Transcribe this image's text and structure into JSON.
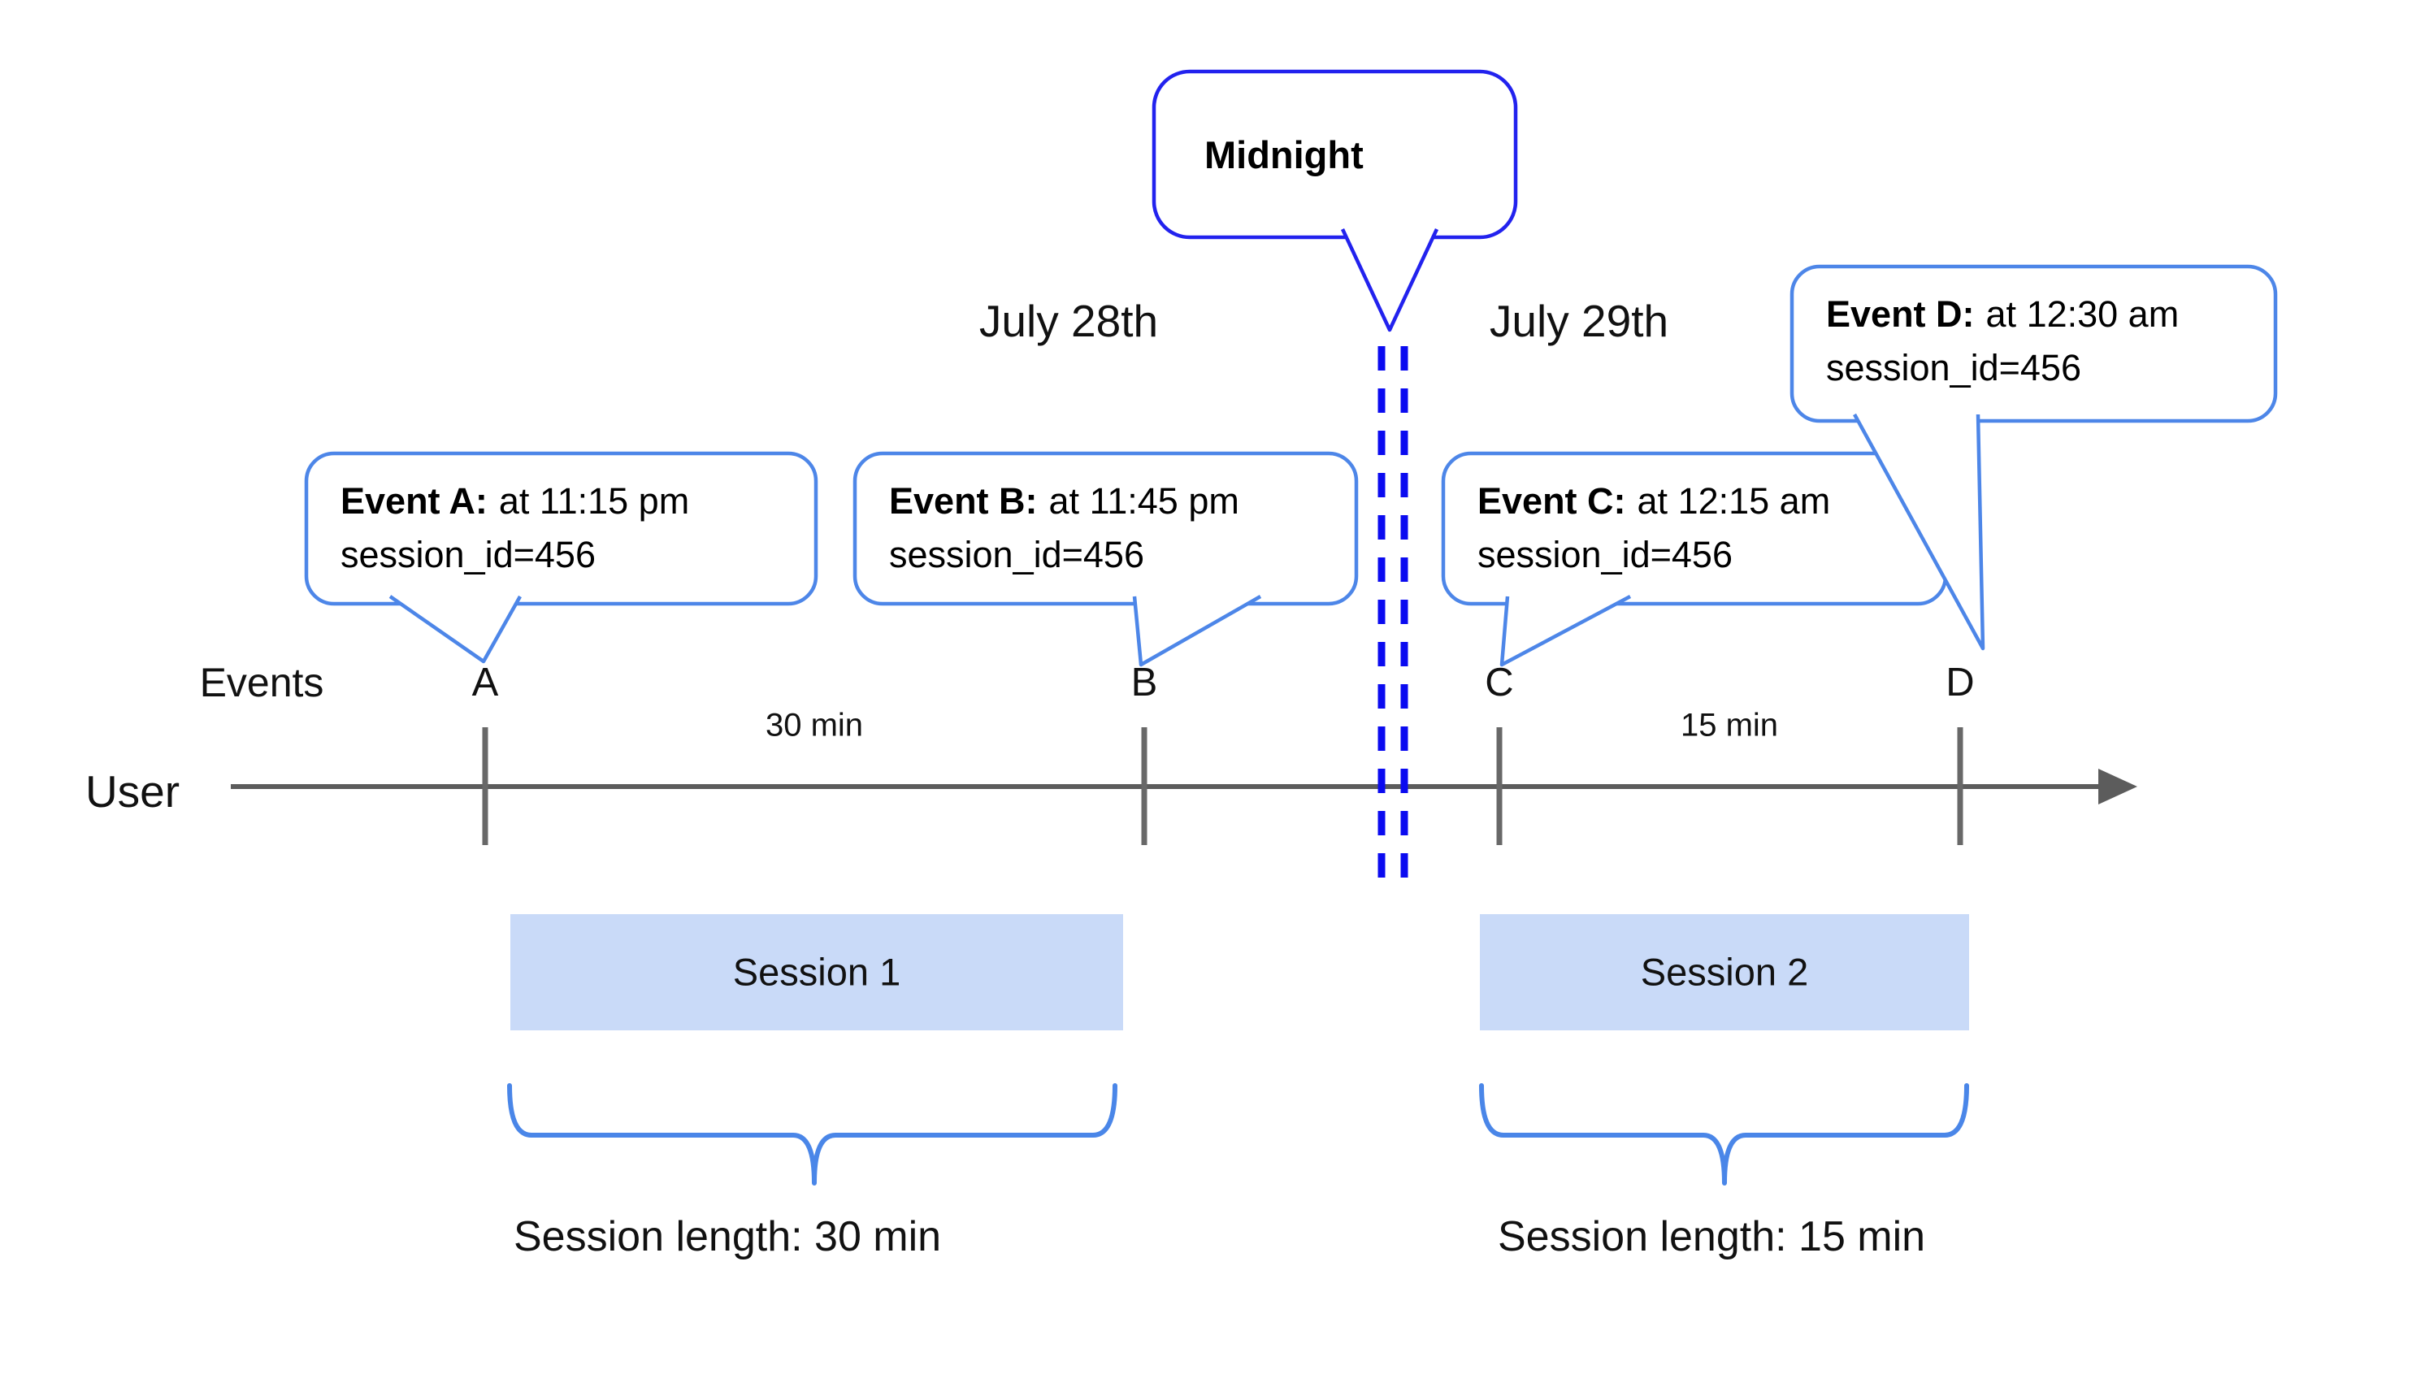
{
  "dates": {
    "left": "July 28th",
    "right": "July 29th"
  },
  "midnight": {
    "label": "Midnight"
  },
  "axis": {
    "events_label": "Events",
    "user_label": "User",
    "ticks": [
      "A",
      "B",
      "C",
      "D"
    ],
    "arrow_direction": "right"
  },
  "intervals": [
    {
      "from": "A",
      "to": "B",
      "label": "30 min"
    },
    {
      "from": "C",
      "to": "D",
      "label": "15 min"
    }
  ],
  "callouts": [
    {
      "event": "A",
      "title": "Event A:",
      "detail": "at 11:15 pm",
      "session": "session_id=456"
    },
    {
      "event": "B",
      "title": "Event B:",
      "detail": "at 11:45 pm",
      "session": "session_id=456"
    },
    {
      "event": "C",
      "title": "Event C:",
      "detail": "at 12:15 am",
      "session": "session_id=456"
    },
    {
      "event": "D",
      "title": "Event D:",
      "detail": "at 12:30 am",
      "session": "session_id=456"
    }
  ],
  "sessions": [
    {
      "label": "Session 1",
      "length_label": "Session length: 30 min"
    },
    {
      "label": "Session 2",
      "length_label": "Session length: 15 min"
    }
  ],
  "colors": {
    "callout_border": "#4d86e8",
    "midnight_border": "#2222ee",
    "dashed_line": "#0b0bf0",
    "session_fill": "#c9daf8",
    "axis_gray": "#5c5c5c",
    "tick_gray": "#686868",
    "brace_blue": "#4a86e8",
    "background": "#ffffff"
  }
}
